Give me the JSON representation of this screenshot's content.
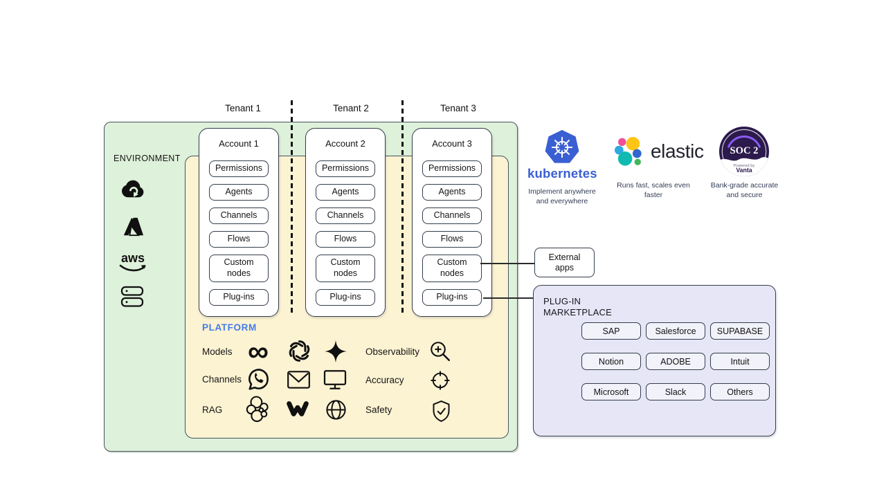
{
  "tenants": {
    "labels": [
      "Tenant 1",
      "Tenant 2",
      "Tenant 3"
    ]
  },
  "environment": {
    "label": "ENVIRONMENT",
    "aws_text": "aws",
    "icons": [
      "google-cloud-icon",
      "azure-icon",
      "aws-icon",
      "on-prem-servers-icon"
    ]
  },
  "accounts": [
    {
      "title": "Account 1",
      "items": [
        "Permissions",
        "Agents",
        "Channels",
        "Flows",
        "Custom nodes",
        "Plug-ins"
      ]
    },
    {
      "title": "Account 2",
      "items": [
        "Permissions",
        "Agents",
        "Channels",
        "Flows",
        "Custom nodes",
        "Plug-ins"
      ]
    },
    {
      "title": "Account 3",
      "items": [
        "Permissions",
        "Agents",
        "Channels",
        "Flows",
        "Custom nodes",
        "Plug-ins"
      ]
    }
  ],
  "platform": {
    "label": "PLATFORM",
    "rows": [
      {
        "label": "Models",
        "icons": [
          "meta-icon",
          "openai-icon",
          "sparkle-icon"
        ]
      },
      {
        "label": "Channels",
        "icons": [
          "whatsapp-icon",
          "email-icon",
          "web-widget-icon"
        ]
      },
      {
        "label": "RAG",
        "icons": [
          "elasticsearch-icon",
          "weaviate-w-icon",
          "globe-icon"
        ]
      }
    ],
    "metrics": [
      {
        "label": "Observability",
        "icon": "magnifier-plus-icon"
      },
      {
        "label": "Accuracy",
        "icon": "crosshair-icon"
      },
      {
        "label": "Safety",
        "icon": "shield-check-icon"
      }
    ],
    "glyphs": {
      "meta": "∞"
    }
  },
  "badges": [
    {
      "name": "kubernetes",
      "wordmark": "kubernetes",
      "caption": "Implement anywhere and everywhere"
    },
    {
      "name": "elastic",
      "wordmark": "elastic",
      "caption": "Runs fast, scales even faster"
    },
    {
      "name": "soc2-vanta",
      "badge_title": "SOC 2",
      "powered_by": "Powered by",
      "brand": "Vanta",
      "caption": "Bank-grade accurate and secure"
    }
  ],
  "external_apps": {
    "label": "External apps"
  },
  "marketplace": {
    "label": "PLUG-IN MARKETPLACE",
    "items": [
      "SAP",
      "Salesforce",
      "SUPABASE",
      "Notion",
      "ADOBE",
      "Intuit",
      "Microsoft",
      "Slack",
      "Others"
    ]
  },
  "colors": {
    "environment_fill": "#def1da",
    "platform_fill": "#fcf3d3",
    "marketplace_fill": "#e6e6f7",
    "platform_label_blue": "#447be8",
    "kubernetes_blue": "#3a5fd2",
    "soc_navy": "#2c1a4d",
    "elastic_yellow": "#fec514",
    "elastic_pink": "#f04e98",
    "elastic_teal": "#11bab0"
  }
}
